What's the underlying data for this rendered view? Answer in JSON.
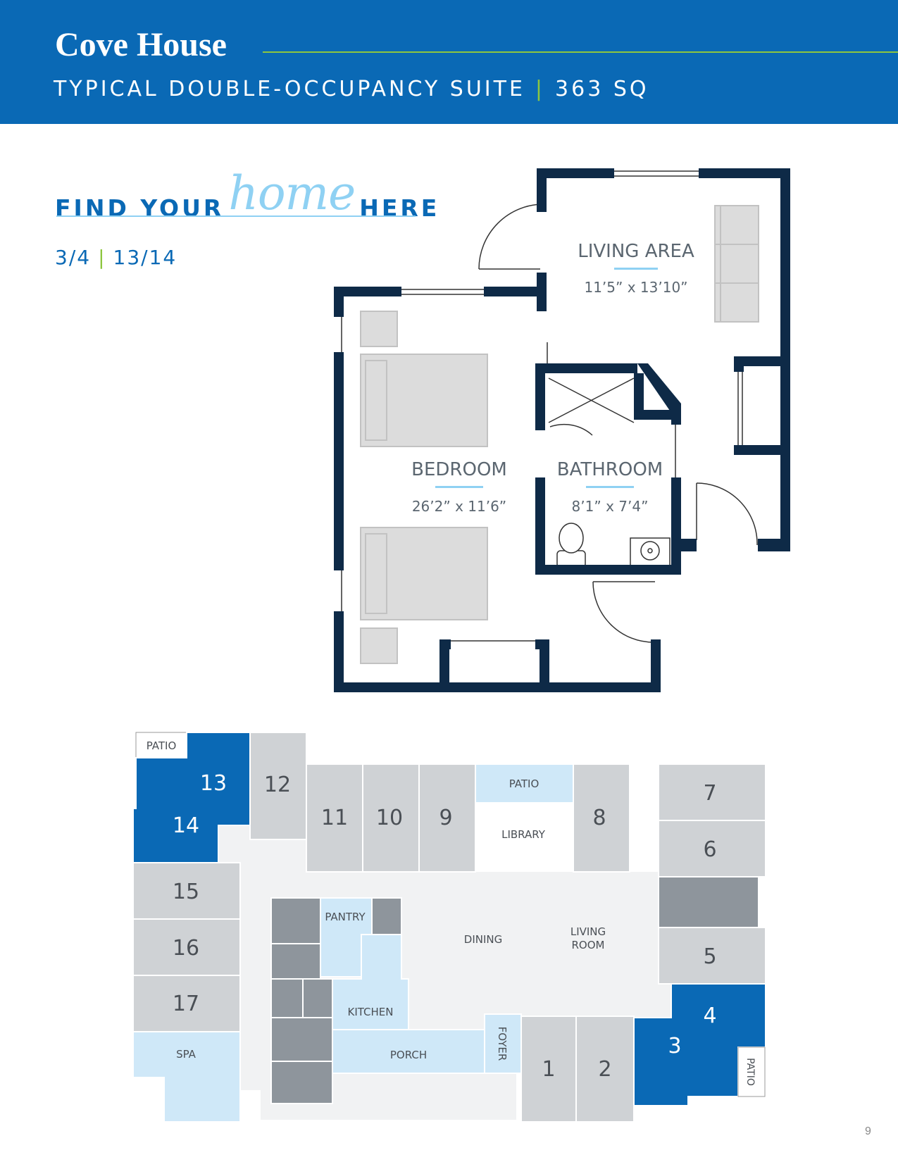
{
  "header": {
    "title": "Cove House",
    "subtitle": "TYPICAL DOUBLE-OCCUPANCY SUITE",
    "area": "363 SQ"
  },
  "tagline": {
    "find": "FIND YOUR",
    "home": "home",
    "here": "HERE"
  },
  "units": {
    "first": "3/4",
    "second": "13/14"
  },
  "floorplan": {
    "living_area": {
      "name": "LIVING AREA",
      "dims": "11’5” x 13’10”"
    },
    "bedroom": {
      "name": "BEDROOM",
      "dims": "26’2” x 11’6”"
    },
    "bathroom": {
      "name": "BATHROOM",
      "dims": "8’1” x 7’4”"
    }
  },
  "siteplan": {
    "labels": {
      "patio": "PATIO",
      "library": "LIBRARY",
      "dining": "DINING",
      "living_room_line1": "LIVING",
      "living_room_line2": "ROOM",
      "pantry": "PANTRY",
      "kitchen": "KITCHEN",
      "porch": "PORCH",
      "foyer": "FOYER",
      "spa": "SPA"
    },
    "rooms": [
      "1",
      "2",
      "3",
      "4",
      "5",
      "6",
      "7",
      "8",
      "9",
      "10",
      "11",
      "12",
      "13",
      "14",
      "15",
      "16",
      "17"
    ],
    "highlighted_units": [
      "3",
      "4",
      "13",
      "14"
    ],
    "colors": {
      "highlight": "#0a69b5",
      "unit": "#cfd2d5",
      "amenity": "#cfe8f8",
      "service": "#8e959c",
      "common": "#f1f2f3"
    }
  },
  "page_number": "9"
}
